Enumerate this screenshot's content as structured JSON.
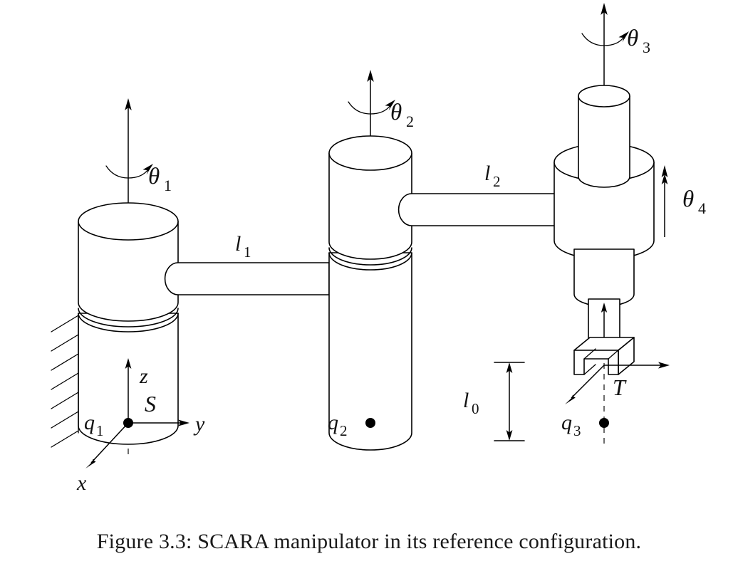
{
  "figure": {
    "caption": "Figure 3.3: SCARA manipulator in its reference configuration.",
    "caption_number": "3.3",
    "subject": "SCARA manipulator"
  },
  "labels": {
    "theta1": "θ",
    "theta1_sub": "1",
    "theta2": "θ",
    "theta2_sub": "2",
    "theta3": "θ",
    "theta3_sub": "3",
    "theta4": "θ",
    "theta4_sub": "4",
    "l0": "l",
    "l0_sub": "0",
    "l1": "l",
    "l1_sub": "1",
    "l2": "l",
    "l2_sub": "2",
    "q1": "q",
    "q1_sub": "1",
    "q2": "q",
    "q2_sub": "2",
    "q3": "q",
    "q3_sub": "3",
    "frame_base": "S",
    "frame_tool": "T",
    "axis_x": "x",
    "axis_y": "y",
    "axis_z": "z"
  },
  "joints": [
    {
      "name": "joint-1",
      "point": "q1",
      "variable": "theta1",
      "type": "revolute",
      "frame": "S"
    },
    {
      "name": "joint-2",
      "point": "q2",
      "variable": "theta2",
      "type": "revolute",
      "frame": ""
    },
    {
      "name": "joint-3",
      "point": "q3",
      "variable": "theta3",
      "type": "revolute",
      "frame": "T"
    },
    {
      "name": "joint-4",
      "point": "",
      "variable": "theta4",
      "type": "prismatic",
      "frame": ""
    }
  ],
  "links": [
    {
      "name": "link-0",
      "label": "l0"
    },
    {
      "name": "link-1",
      "label": "l1"
    },
    {
      "name": "link-2",
      "label": "l2"
    }
  ],
  "colors": {
    "stroke": "#000000",
    "background": "#ffffff",
    "axis_dash": "#555555",
    "text": "#111111"
  }
}
